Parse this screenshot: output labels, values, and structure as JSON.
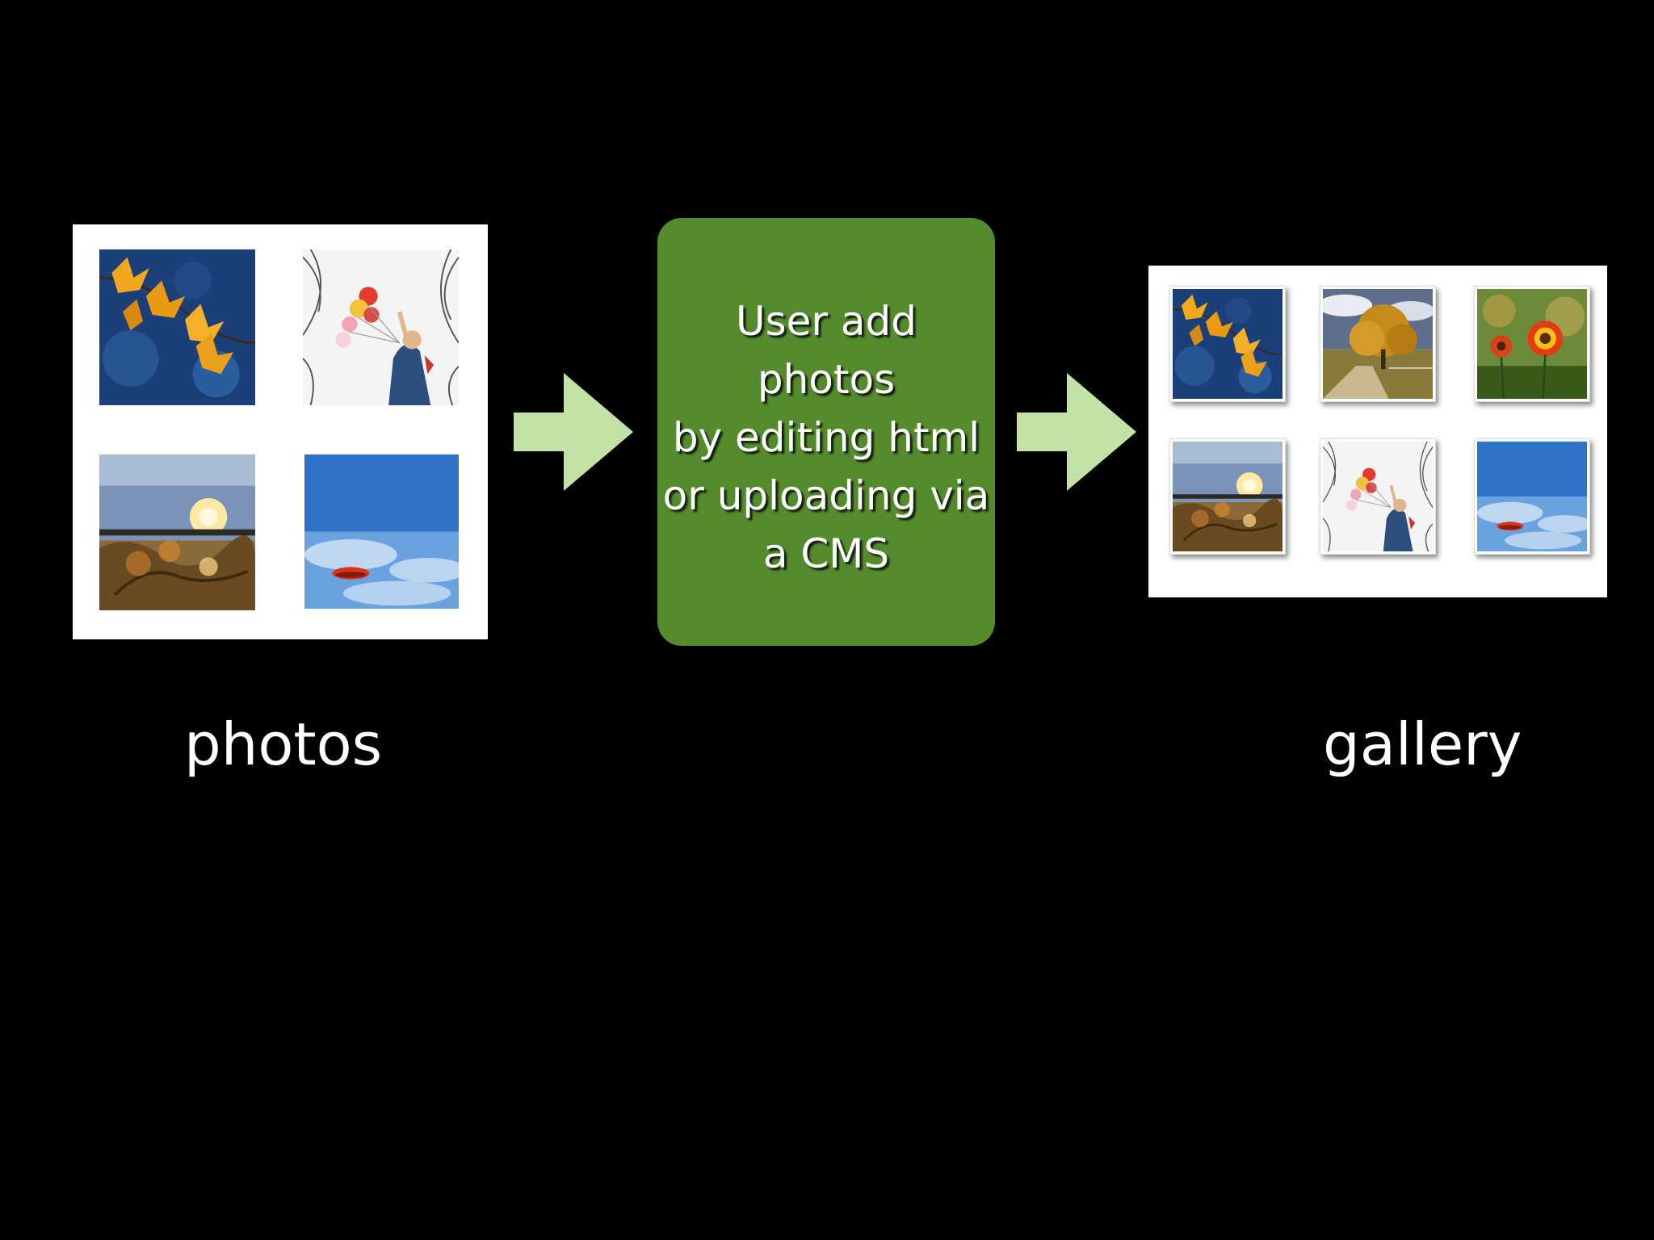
{
  "diagram": {
    "process": {
      "lines": [
        "User add",
        "photos",
        "by editing html",
        "or uploading via",
        "a CMS"
      ]
    },
    "inputs": {
      "caption": "photos",
      "images": [
        "autumn-leaves-photo",
        "girl-balloons-photo",
        "sunset-tree-photo",
        "feather-sky-photo"
      ]
    },
    "outputs": {
      "caption": "gallery",
      "images": [
        "autumn-leaves-photo",
        "tree-road-photo",
        "flowers-photo",
        "sunset-tree-photo",
        "girl-balloons-photo",
        "feather-sky-photo"
      ]
    },
    "colors": {
      "background": "#000000",
      "process_box": "#538b2d",
      "arrow": "#c2e3a5",
      "panel": "#ffffff"
    },
    "icons": [
      "arrow-right-icon"
    ]
  }
}
